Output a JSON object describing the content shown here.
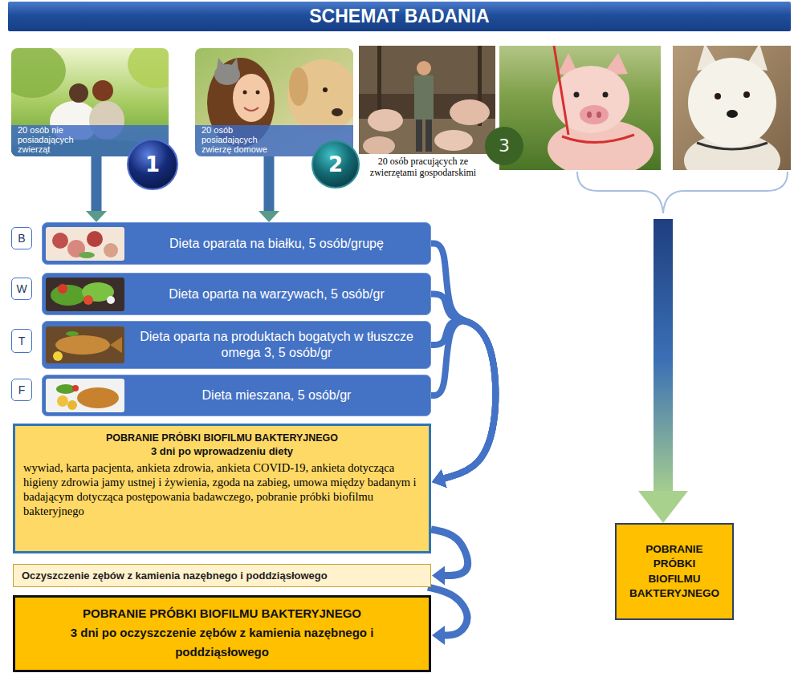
{
  "diagram": {
    "title": "SCHEMAT BADANIA",
    "nodes": [
      {
        "text": [
          "20 osób nie posiadających zwierząt"
        ]
      },
      {
        "text": [
          "1"
        ]
      },
      {
        "text": [
          "20 osób posiadających zwierzę domowe"
        ]
      },
      {
        "text": [
          "2"
        ]
      },
      {
        "text": [
          "20 osób pracujących ze zwierzętami gospodarskimi"
        ]
      },
      {
        "text": [
          "3"
        ]
      },
      {
        "text": [
          "B"
        ]
      },
      {
        "text": [
          "Dieta oparata na białku, 5 osób/grupę"
        ]
      },
      {
        "text": [
          "W"
        ]
      },
      {
        "text": [
          "Dieta oparta na warzywach, 5 osób/gr"
        ]
      },
      {
        "text": [
          "T"
        ]
      },
      {
        "text": [
          "Dieta oparta na produktach bogatych w tłuszcze omega 3, 5 osób/gr"
        ]
      },
      {
        "text": [
          "F"
        ]
      },
      {
        "text": [
          "Dieta mieszana, 5 osób/gr"
        ]
      },
      {
        "text": [
          "POBRANIE PRÓBKI BIOFILMU BAKTERYJNEGO",
          "3 dni po wprowadzeniu diety",
          "wywiad, karta pacjenta, ankieta zdrowia, ankieta COVID-19, ankieta dotycząca higieny zdrowia jamy ustnej i żywienia, zgoda na zabieg, umowa między badanym i badającym dotycząca postępowania badawczego, pobranie próbki biofilmu bakteryjnego"
        ]
      },
      {
        "text": [
          "Oczyszczenie zębów z kamienia nazębnego i poddziąsłowego"
        ]
      },
      {
        "text": [
          "POBRANIE PRÓBKI BIOFILMU BAKTERYJNEGO",
          "3 dni po oczyszczenie zębów z kamienia nazębnego i poddziąsłowego"
        ]
      },
      {
        "text": [
          "POBRANIE PRÓBKI BIOFILMU BAKTERYJNEGO"
        ]
      }
    ],
    "edges": [
      {
        "from": 0,
        "to": 7,
        "arrow": "to"
      },
      {
        "from": 2,
        "to": 7,
        "arrow": "to"
      },
      {
        "from": 7,
        "to": 14,
        "arrow": "to"
      },
      {
        "from": 9,
        "to": 14,
        "arrow": "to"
      },
      {
        "from": 11,
        "to": 14,
        "arrow": "to"
      },
      {
        "from": 13,
        "to": 14,
        "arrow": "to"
      },
      {
        "from": 14,
        "to": 15,
        "arrow": "to"
      },
      {
        "from": 15,
        "to": 16,
        "arrow": "to"
      },
      {
        "from": 4,
        "to": 17,
        "arrow": "to"
      }
    ]
  }
}
